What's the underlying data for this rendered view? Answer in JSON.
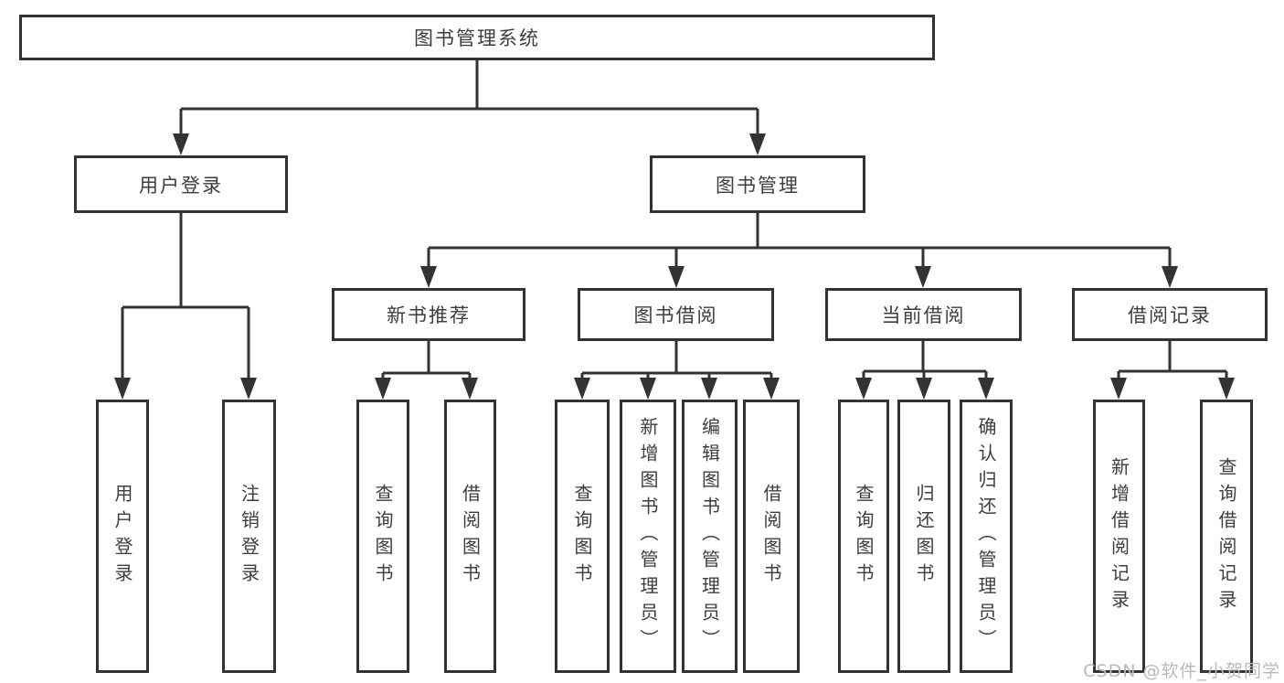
{
  "diagram": {
    "root_label": "图书管理系统",
    "user_login": {
      "label": "用户登录",
      "children": [
        "用户登录",
        "注销登录"
      ]
    },
    "book_mgmt": {
      "label": "图书管理",
      "groups": [
        {
          "label": "新书推荐",
          "children": [
            "查询图书",
            "借阅图书"
          ]
        },
        {
          "label": "图书借阅",
          "children": [
            "查询图书",
            "新增图书（管理员）",
            "编辑图书（管理员）",
            "借阅图书"
          ]
        },
        {
          "label": "当前借阅",
          "children": [
            "查询图书",
            "归还图书",
            "确认归还（管理员）"
          ]
        },
        {
          "label": "借阅记录",
          "children": [
            "新增借阅记录",
            "查询借阅记录"
          ]
        }
      ]
    }
  },
  "watermark": "CSDN @软件_小贺同学",
  "colors": {
    "line": "#333333",
    "box_background": "#ffffff",
    "text": "#3d3d3d",
    "watermark": "#b9b9b9"
  }
}
